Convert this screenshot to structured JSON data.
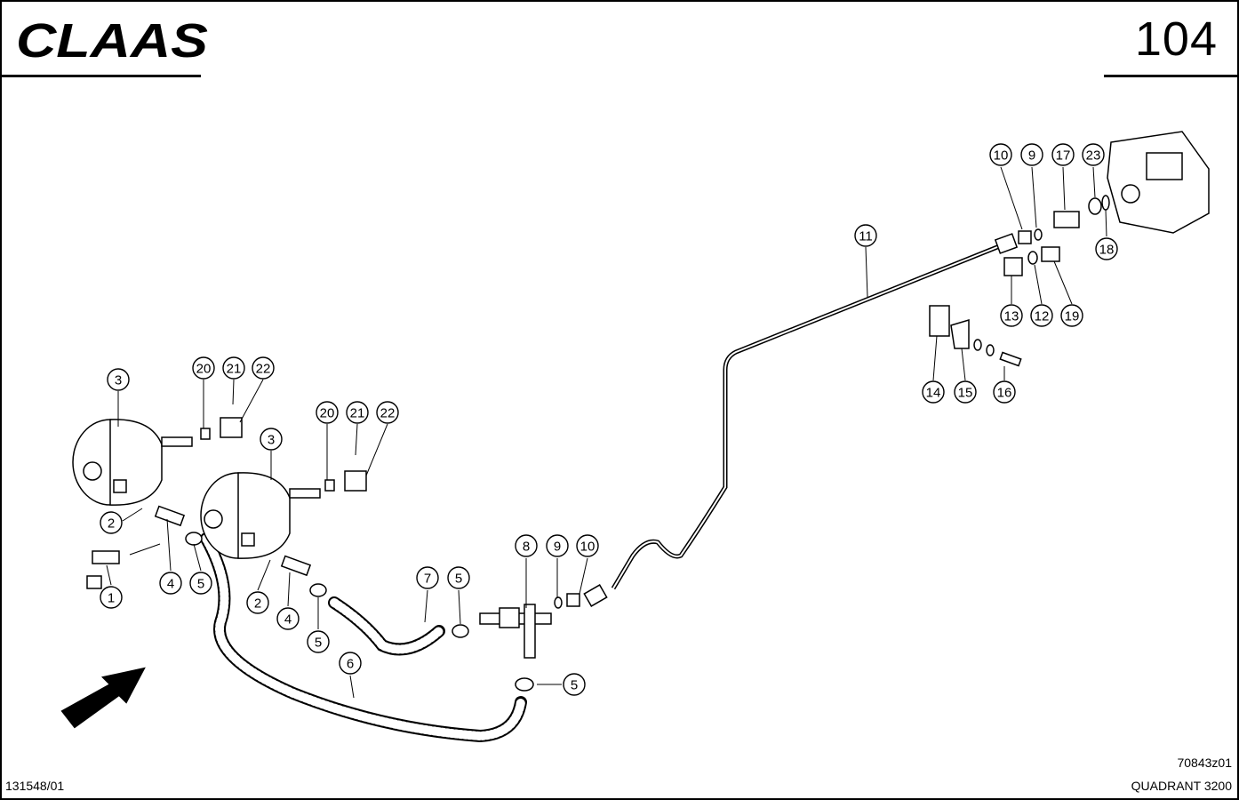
{
  "header": {
    "brand": "CLAAS",
    "page_number": "104"
  },
  "footer": {
    "drawing_number": "70843z01",
    "doc_number": "131548/01",
    "model": "QUADRANT 3200"
  },
  "callouts": [
    "3",
    "20",
    "21",
    "22",
    "3",
    "20",
    "21",
    "22",
    "2",
    "4",
    "5",
    "1",
    "2",
    "4",
    "5",
    "7",
    "5",
    "6",
    "8",
    "9",
    "10",
    "5",
    "11",
    "10",
    "9",
    "17",
    "23",
    "18",
    "13",
    "12",
    "19",
    "14",
    "15",
    "16"
  ]
}
